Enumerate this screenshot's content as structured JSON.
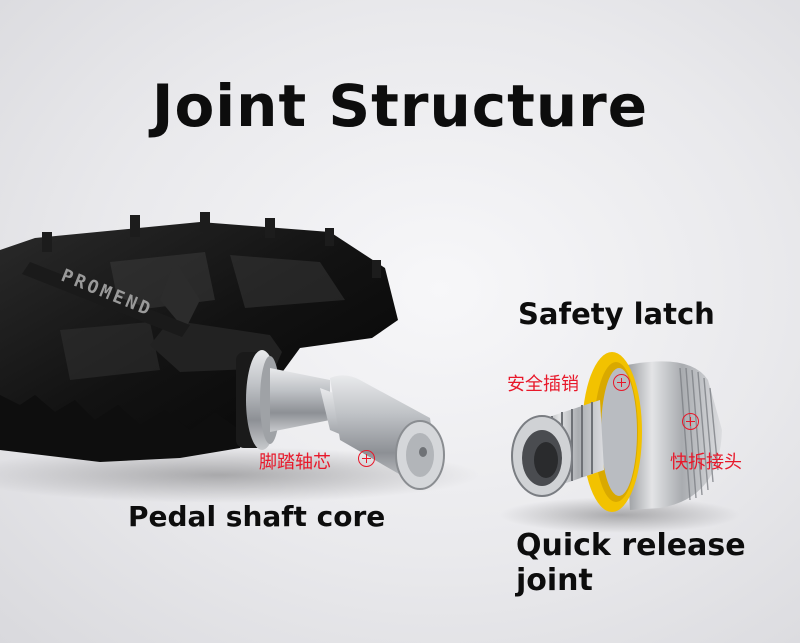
{
  "title": "Joint Structure",
  "labels": {
    "safety_latch": "Safety latch",
    "safety_latch_cn": "安全插销",
    "pedal_shaft_core": "Pedal shaft core",
    "pedal_shaft_core_cn": "脚踏轴芯",
    "quick_release_joint": "Quick release joint",
    "quick_release_joint_cn": "快拆接头"
  },
  "brand_mark": "PROMEND",
  "colors": {
    "annotation": "#e8182a",
    "latch_ring": "#f2c200",
    "pedal_body": "#141414",
    "metal": "#b9bcc1"
  },
  "icons": [
    "plus-circle-icon"
  ]
}
